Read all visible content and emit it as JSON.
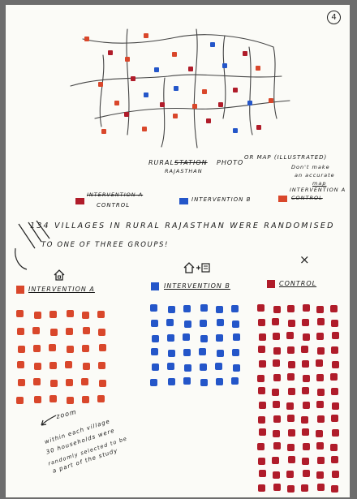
{
  "page_number": "4",
  "map_caption": {
    "struck_word": "STATION",
    "line1_a": "RURAL",
    "line1_b": "PHOTO",
    "line1_c": "OR MAP (ILLUSTRATED)",
    "line2": "RAJASTHAN",
    "note_line1": "Don't make",
    "note_line2": "an accurate",
    "note_line3": "map"
  },
  "legend": {
    "control_struck": "INTERVENTION A",
    "control": "CONTROL",
    "intervention_b": "INTERVENTION B",
    "intervention_a": "INTERVENTION A",
    "control_struck_right": "CONTROL"
  },
  "headline": {
    "line1": "134 VILLAGES IN RURAL RAJASTHAN WERE RANDOMISED",
    "line2": "TO ONE OF THREE GROUPS!"
  },
  "groups": {
    "a_label": "INTERVENTION A",
    "b_label": "INTERVENTION B",
    "c_label": "CONTROL",
    "a_icon": "house-icon",
    "b_icon": "house-plus-icon",
    "c_icon": "x-icon",
    "x_glyph": "×"
  },
  "note": {
    "line1": "zoom",
    "line2": "within each village",
    "line3": "30 households were",
    "line4": "randomly selected to be",
    "line5": "a part of the study"
  },
  "colors": {
    "intervention_a": "#d9472b",
    "intervention_b": "#2456c9",
    "control": "#b01c2a",
    "ink": "#1c1c1c"
  }
}
